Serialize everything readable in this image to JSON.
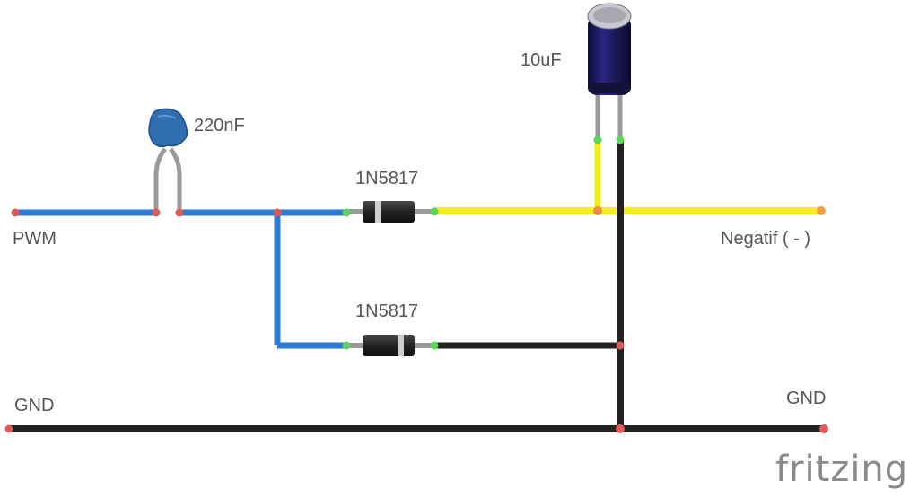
{
  "labels": {
    "pwm": "PWM",
    "gnd_left": "GND",
    "gnd_right": "GND",
    "negatif": "Negatif ( - )",
    "cap_ceramic": "220nF",
    "cap_electrolytic": "10uF",
    "diode_top": "1N5817",
    "diode_bottom": "1N5817"
  },
  "brand": "fritzing",
  "colors": {
    "wire_blue": "#2b7bd6",
    "wire_yellow": "#f2ee1c",
    "wire_black": "#222222",
    "lead_gray": "#9a9a9a",
    "connector_red": "#e05a5a",
    "connector_green": "#5ad45a",
    "ceramic_cap": "#2f6fb0",
    "electrolytic_cap": "#1d1a5c",
    "diode_body": "#2a2a2a"
  }
}
